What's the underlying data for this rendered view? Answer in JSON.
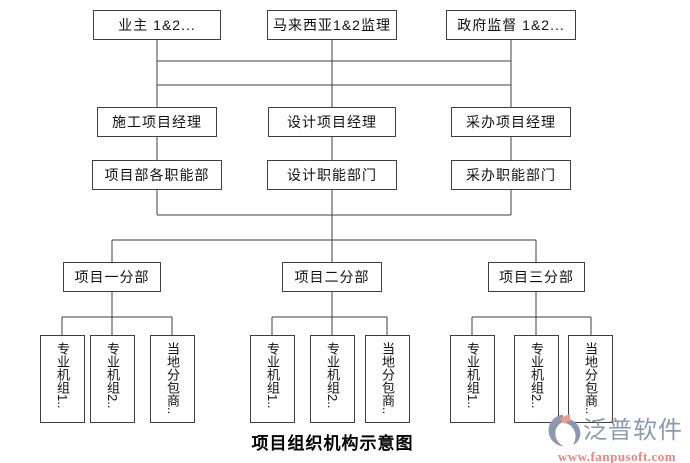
{
  "diagram": {
    "caption": "项目组织机构示意图",
    "top": {
      "owner": "业主 1&2...",
      "supervisor": "马来西亚1&2监理",
      "government": "政府监督 1&2..."
    },
    "managers": {
      "construction": "施工项目经理",
      "design": "设计项目经理",
      "procurement": "采办项目经理"
    },
    "departments": {
      "project": "项目部各职能部",
      "design": "设计职能部门",
      "procurement": "采办职能部门"
    },
    "divisions": {
      "d1": "项目一分部",
      "d2": "项目二分部",
      "d3": "项目三分部"
    },
    "team_groups": [
      {
        "unit1": "专业机组1..",
        "unit2": "专业机组2..",
        "sub": "当地分包商.."
      },
      {
        "unit1": "专业机组1..",
        "unit2": "专业机组2..",
        "sub": "当地分包商.."
      },
      {
        "unit1": "专业机组1..",
        "unit2": "专业机组2..",
        "sub": "当地分包商.."
      }
    ]
  },
  "branding": {
    "logo_icon": "swirl-icon",
    "logo_text": "泛普软件",
    "website": "www.fanpusoft.com",
    "logo_color": "#8b99b0",
    "website_color": "#ee837b"
  },
  "style": {
    "line_color": "#3f3f3f",
    "background": "#ffffff"
  }
}
